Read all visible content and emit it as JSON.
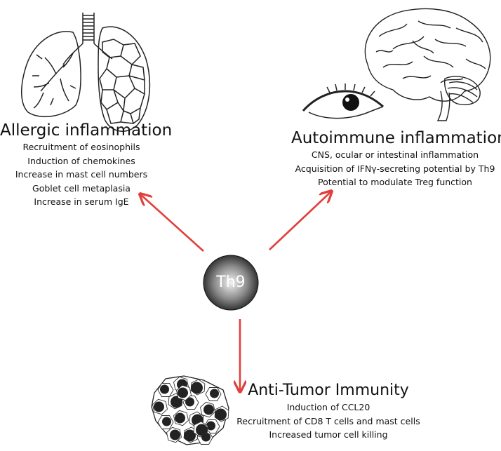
{
  "center": {
    "label": "Th9"
  },
  "allergic": {
    "title": "Allergic inflammation",
    "items": [
      "Recruitment of eosinophils",
      "Induction of chemokines",
      "Increase in mast cell numbers",
      "Goblet cell metaplasia",
      "Increase in serum IgE"
    ]
  },
  "autoimmune": {
    "title": "Autoimmune inflammation",
    "items": [
      "CNS, ocular or intestinal inflammation",
      "Acquisition of IFNγ-secreting potential by Th9",
      "Potential to modulate Treg function"
    ]
  },
  "antitumor": {
    "title": "Anti-Tumor Immunity",
    "items": [
      "Induction of CCL20",
      "Recruitment of CD8 T cells and mast cells",
      "Increased tumor cell killing"
    ]
  },
  "colors": {
    "arrow": "#e0403a",
    "cell_dark": "#222222",
    "cell_light": "#d8d8d8"
  },
  "icons": [
    "lungs-icon",
    "brain-icon",
    "eye-icon",
    "tumor-cells-icon"
  ]
}
